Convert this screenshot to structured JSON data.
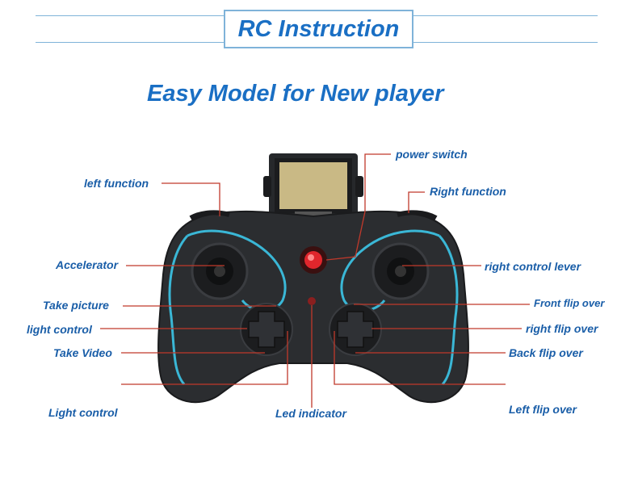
{
  "header": {
    "title": "RC Instruction",
    "subtitle": "Easy Model for New player"
  },
  "labels": {
    "left_function": "left function",
    "power_switch": "power switch",
    "right_function": "Right function",
    "accelerator": "Accelerator",
    "right_control_lever": "right control lever",
    "take_picture": "Take picture",
    "front_flip_over": "Front flip over",
    "light_control_left": "light control",
    "right_flip_over": "right flip over",
    "take_video": "Take Video",
    "back_flip_over": "Back flip over",
    "light_control_bottom": "Light control",
    "led_indicator": "Led  indicator",
    "left_flip_over": "Left flip over"
  },
  "colors": {
    "title": "#1a6fc4",
    "label": "#1a5ea8",
    "leader_line": "#c0392b",
    "controller_body": "#2b2d30",
    "controller_trim": "#3ab7d6",
    "screen": "#c9b985"
  }
}
